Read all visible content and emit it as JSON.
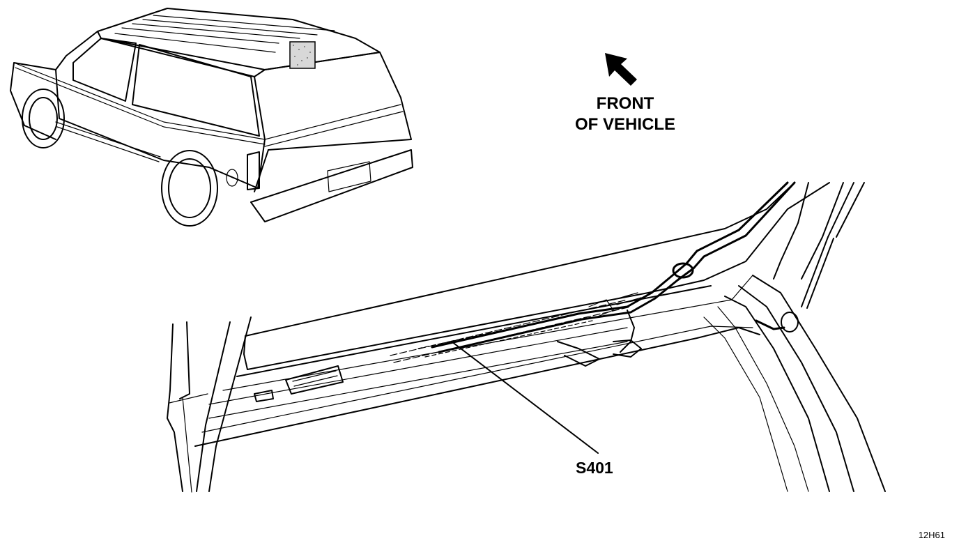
{
  "front_label": {
    "line1": "FRONT",
    "line2": "OF VEHICLE"
  },
  "splice_label": "S401",
  "reference_code": "12H61",
  "icons": {
    "direction_arrow": "arrow-up-left-icon"
  }
}
